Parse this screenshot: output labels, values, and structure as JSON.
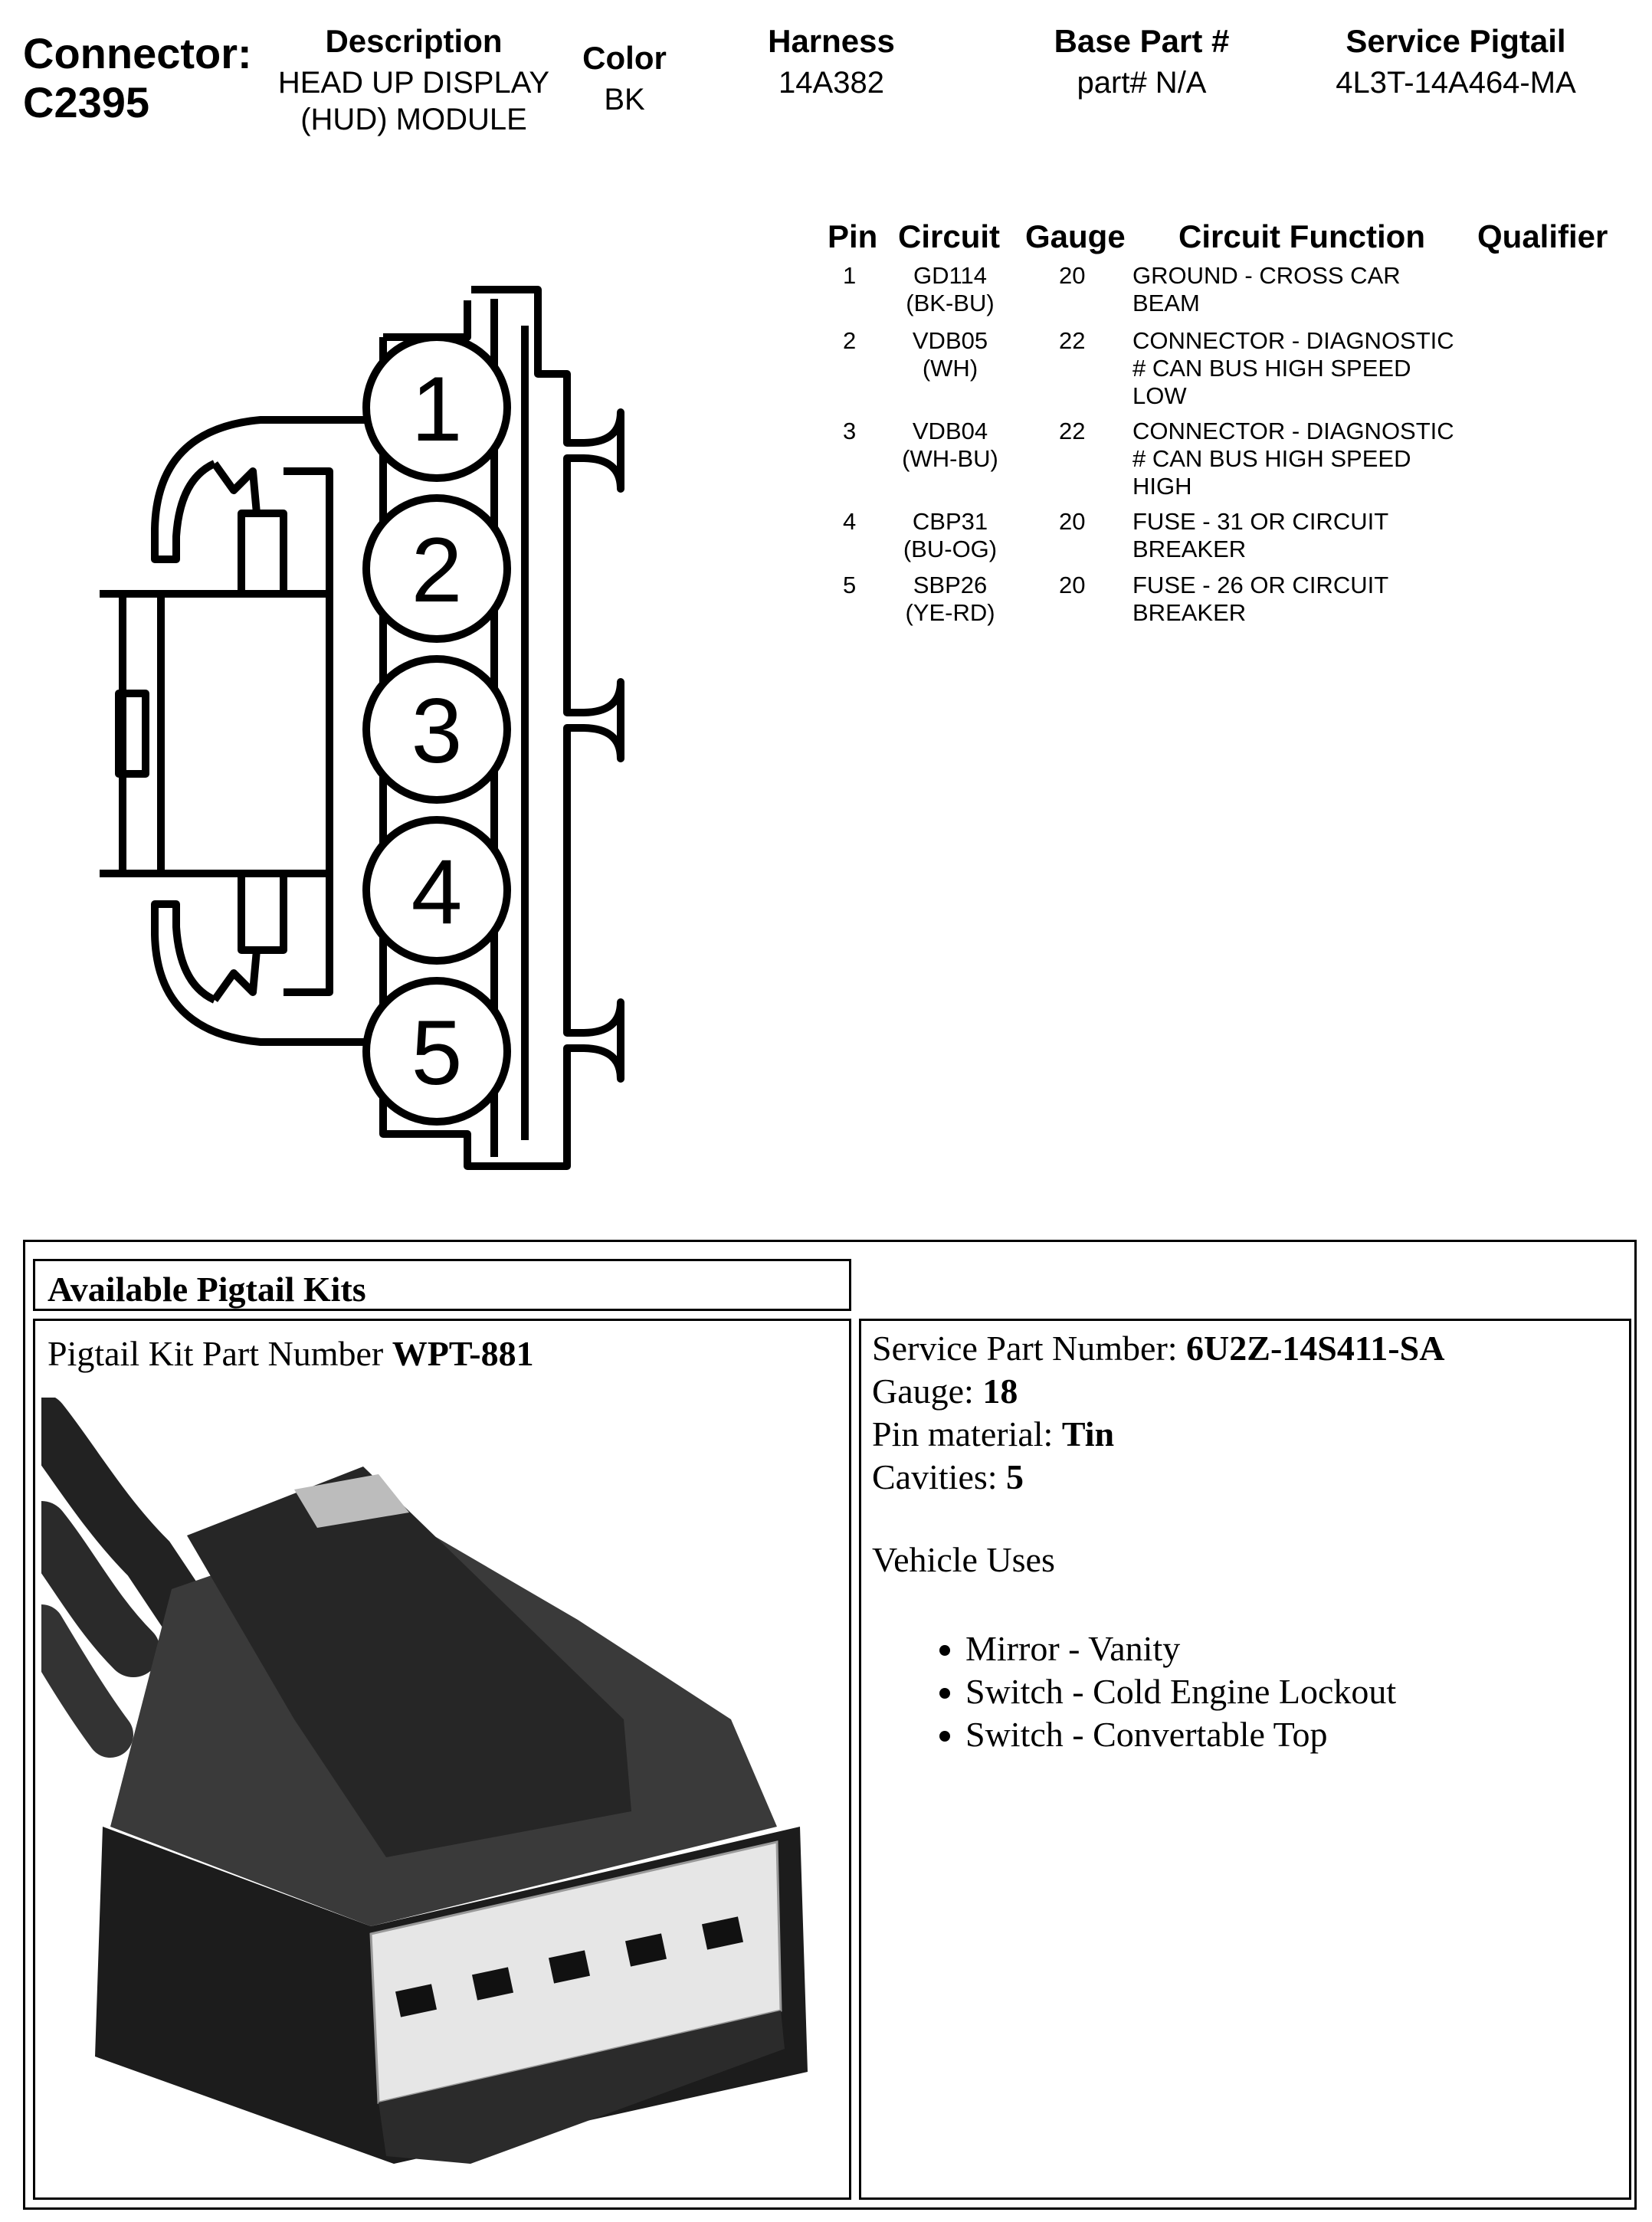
{
  "header": {
    "connector_label": "Connector:",
    "connector_id": "C2395",
    "description_label": "Description",
    "description_line1": "HEAD UP DISPLAY",
    "description_line2": "(HUD) MODULE",
    "color_label": "Color",
    "color_value": "BK",
    "harness_label": "Harness",
    "harness_value": "14A382",
    "base_part_label": "Base Part #",
    "base_part_value": "part# N/A",
    "pigtail_label": "Service Pigtail",
    "pigtail_value": "4L3T-14A464-MA"
  },
  "pin_table": {
    "headers": [
      "Pin",
      "Circuit",
      "Gauge",
      "Circuit Function",
      "Qualifier"
    ],
    "rows": [
      {
        "pin": "1",
        "circuit": "GD114",
        "color": "(BK-BU)",
        "gauge": "20",
        "func1": "GROUND - CROSS CAR",
        "func2": "BEAM",
        "func3": ""
      },
      {
        "pin": "2",
        "circuit": "VDB05",
        "color": "(WH)",
        "gauge": "22",
        "func1": "CONNECTOR - DIAGNOSTIC",
        "func2": "# CAN BUS HIGH SPEED",
        "func3": "LOW"
      },
      {
        "pin": "3",
        "circuit": "VDB04",
        "color": "(WH-BU)",
        "gauge": "22",
        "func1": "CONNECTOR - DIAGNOSTIC",
        "func2": "# CAN BUS HIGH SPEED",
        "func3": "HIGH"
      },
      {
        "pin": "4",
        "circuit": "CBP31",
        "color": "(BU-OG)",
        "gauge": "20",
        "func1": "FUSE - 31 OR CIRCUIT",
        "func2": "BREAKER",
        "func3": ""
      },
      {
        "pin": "5",
        "circuit": "SBP26",
        "color": "(YE-RD)",
        "gauge": "20",
        "func1": "FUSE - 26 OR CIRCUIT",
        "func2": "BREAKER",
        "func3": ""
      }
    ]
  },
  "diagram": {
    "pin_labels": [
      "1",
      "2",
      "3",
      "4",
      "5"
    ]
  },
  "kits": {
    "title": "Available Pigtail Kits",
    "kit_label": "Pigtail Kit Part Number ",
    "kit_number": "WPT-881",
    "service_part_label": "Service Part Number: ",
    "service_part_value": "6U2Z-14S411-SA",
    "gauge_label": "Gauge: ",
    "gauge_value": "18",
    "pin_material_label": "Pin material: ",
    "pin_material_value": "Tin",
    "cavities_label": "Cavities: ",
    "cavities_value": "5",
    "vehicle_uses_label": "Vehicle Uses",
    "uses": [
      "Mirror - Vanity",
      "Switch - Cold Engine Lockout",
      "Switch - Convertable Top"
    ]
  }
}
